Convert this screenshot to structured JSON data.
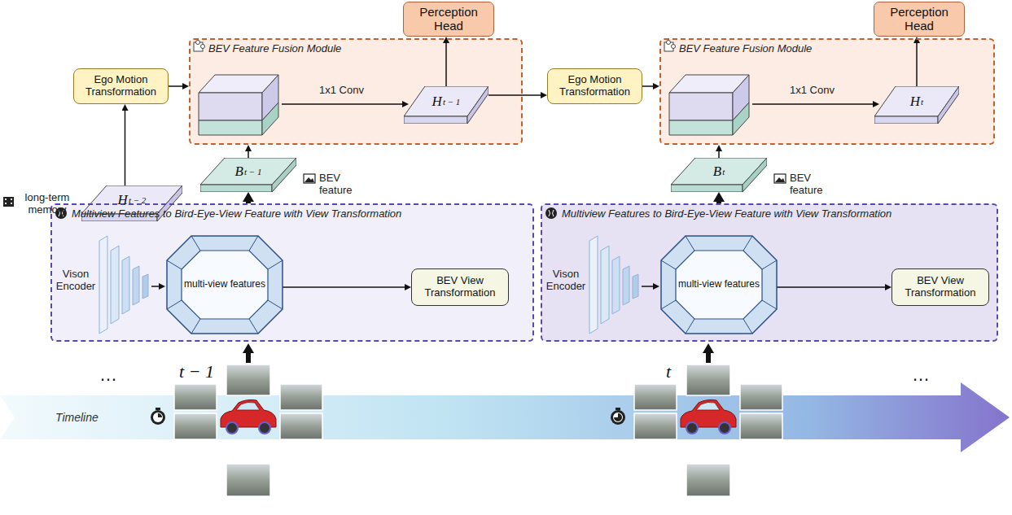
{
  "diagram": {
    "nodes": [
      {
        "text": [
          "Perception Head"
        ]
      },
      {
        "text": [
          "Perception Head"
        ]
      },
      {
        "text": [
          "Ego Motion Transformation"
        ]
      },
      {
        "text": [
          "BEV Feature Fusion Module"
        ]
      },
      {
        "text": [
          "H",
          "t − 1"
        ],
        "in": 3
      },
      {
        "text": [
          "Ego Motion Transformation"
        ]
      },
      {
        "text": [
          "BEV Feature Fusion Module"
        ]
      },
      {
        "text": [
          "H",
          "t"
        ],
        "in": 6
      },
      {
        "text": [
          "H",
          "t − 2"
        ]
      },
      {
        "text": [
          "B",
          "t − 1"
        ]
      },
      {
        "text": [
          "B",
          "t"
        ]
      },
      {
        "text": [
          "Multiview Features to Bird-Eye-View Feature with View Transformation"
        ]
      },
      {
        "text": [
          "multi-view features"
        ],
        "in": 11
      },
      {
        "text": [
          "BEV View Transformation"
        ],
        "in": 11
      },
      {
        "text": [
          "Multiview Features to Bird-Eye-View Feature with View Transformation"
        ]
      },
      {
        "text": [
          "multi-view features"
        ],
        "in": 14
      },
      {
        "text": [
          "BEV View Transformation"
        ],
        "in": 14
      }
    ],
    "edges": [
      {
        "from": 2,
        "to": 3,
        "arrow": "to"
      },
      {
        "from": 4,
        "to": 0,
        "arrow": "to"
      },
      {
        "from": 4,
        "to": 5,
        "arrow": "to"
      },
      {
        "from": 5,
        "to": 6,
        "arrow": "to"
      },
      {
        "from": 7,
        "to": 1,
        "arrow": "to"
      },
      {
        "from": 8,
        "to": 2,
        "arrow": "to"
      },
      {
        "from": 9,
        "to": 3,
        "arrow": "to"
      },
      {
        "from": 10,
        "to": 6,
        "arrow": "to"
      },
      {
        "from": 11,
        "to": 9,
        "arrow": "to"
      },
      {
        "from": 14,
        "to": 10,
        "arrow": "to"
      },
      {
        "from": 12,
        "to": 13,
        "arrow": "to"
      },
      {
        "from": 15,
        "to": 16,
        "arrow": "to"
      }
    ],
    "labels": [
      "1x1 Conv",
      "1x1 Conv",
      "long-term memory",
      "BEV feature",
      "BEV feature",
      "Vison Encoder",
      "Vison Encoder",
      "…",
      "t − 1",
      "Timeline",
      "t",
      "…"
    ]
  }
}
